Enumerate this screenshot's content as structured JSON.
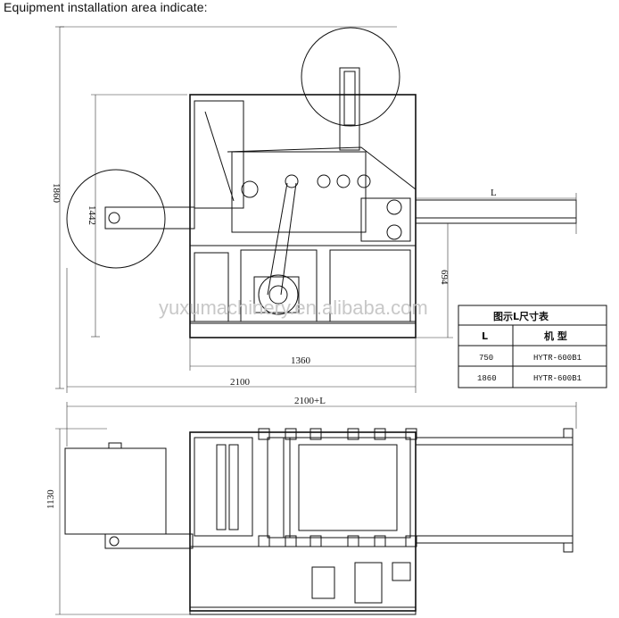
{
  "header": {
    "title": "Equipment installation area indicate:"
  },
  "dimensions": {
    "d1860": "1860",
    "d1442": "1442",
    "d694": "694",
    "dL": "L",
    "d1360": "1360",
    "d2100": "2100",
    "d2100L": "2100+L",
    "d1130": "1130"
  },
  "watermark": "yuxumachinery.en.alibaba.com",
  "table": {
    "title": "图示L尺寸表",
    "headers": [
      "L",
      "机 型"
    ],
    "rows": [
      [
        "750",
        "HYTR-600B1"
      ],
      [
        "1860",
        "HYTR-600B1"
      ]
    ]
  }
}
